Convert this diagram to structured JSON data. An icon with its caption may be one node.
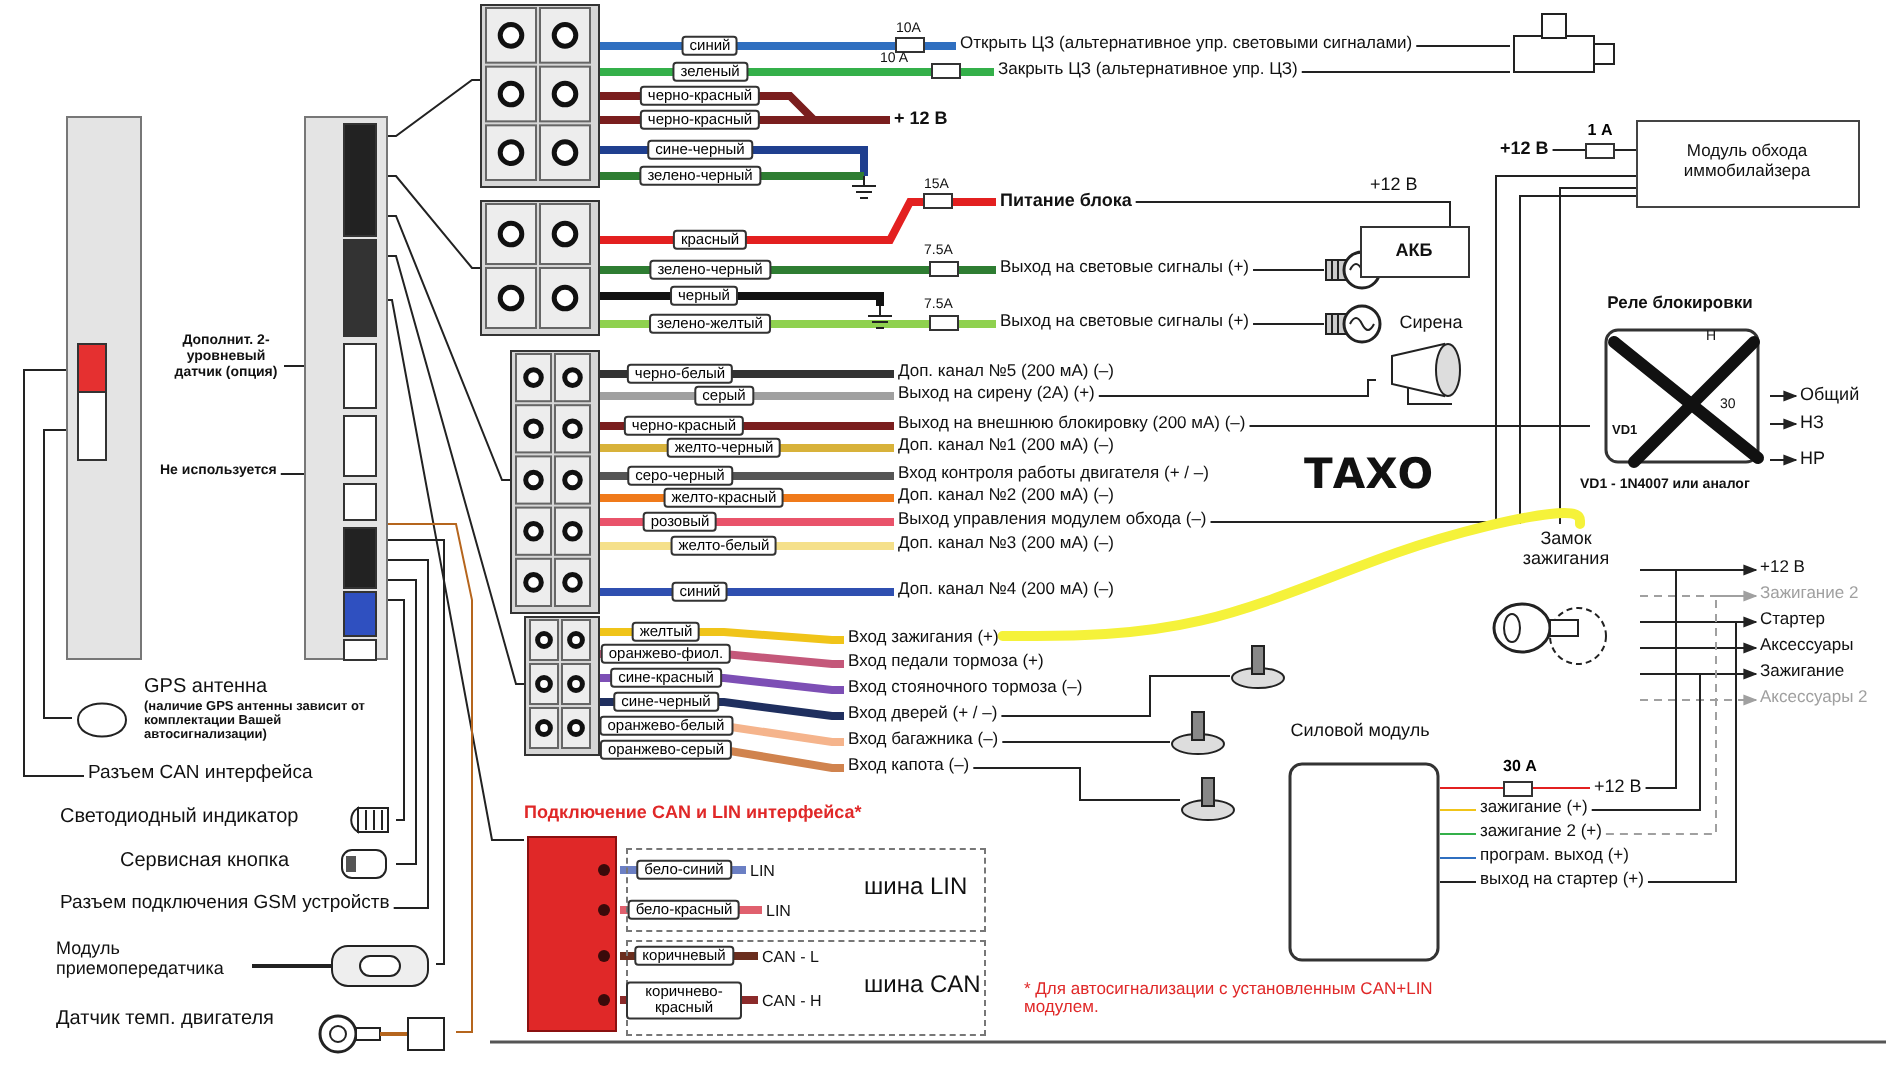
{
  "diagram": {
    "nodes": [
      {
        "text": [],
        "shape": "box"
      },
      {
        "text": [],
        "shape": "box"
      },
      {
        "text": [
          "Дополнит. 2-уровневый датчик (опция)"
        ]
      },
      {
        "text": [
          "Не используется"
        ]
      },
      {
        "text": [
          "GPS антенна",
          "(наличие GPS антенны зависит от комплектации Вашей автосигнализации)"
        ]
      },
      {
        "text": [
          "Разъем CAN интерфейса"
        ]
      },
      {
        "text": [
          "Светодиодный индикатор"
        ]
      },
      {
        "text": [
          "Сервисная кнопка"
        ]
      },
      {
        "text": [
          "Разъем подключения GSM устройств"
        ]
      },
      {
        "text": [
          "Модуль приемопередатчика"
        ]
      },
      {
        "text": [
          "Датчик темп. двигателя"
        ]
      },
      {
        "text": [],
        "shape": "box"
      },
      {
        "text": [],
        "shape": "box"
      },
      {
        "text": [],
        "shape": "box"
      },
      {
        "text": [],
        "shape": "box"
      },
      {
        "text": [
          "Открыть ЦЗ (альтернативное упр. световыми сигналами)"
        ]
      },
      {
        "text": [
          "Закрыть ЦЗ (альтернативное упр. ЦЗ)"
        ]
      },
      {
        "text": [
          "+ 12 В"
        ]
      },
      {
        "text": [],
        "shape": "picture"
      },
      {
        "text": [
          "Питание блока"
        ]
      },
      {
        "text": [
          "Выход на световые сигналы (+)"
        ]
      },
      {
        "text": [
          "Выход на световые сигналы (+)"
        ]
      },
      {
        "text": [],
        "shape": "picture"
      },
      {
        "text": [],
        "shape": "picture"
      },
      {
        "text": [
          "АКБ"
        ],
        "beside": [
          "+12 В"
        ]
      },
      {
        "text": [
          "Доп. канал №5 (200 мА) (–)"
        ]
      },
      {
        "text": [
          "Выход на сирену (2А) (+)"
        ]
      },
      {
        "text": [
          "Выход на внешнюю блокировку (200 мА) (–)"
        ]
      },
      {
        "text": [
          "Доп. канал №1 (200 мА) (–)"
        ]
      },
      {
        "text": [
          "Вход контроля работы двигателя (+ / –)"
        ]
      },
      {
        "text": [
          "Доп. канал №2 (200 мА) (–)"
        ]
      },
      {
        "text": [
          "Выход управления модулем обхода (–)"
        ]
      },
      {
        "text": [
          "Доп. канал №3 (200 мА) (–)"
        ]
      },
      {
        "text": [
          "Доп. канал №4 (200 мА) (–)"
        ]
      },
      {
        "text": [
          "Сирена"
        ]
      },
      {
        "text": [
          "Модуль обхода иммобилайзера"
        ]
      },
      {
        "text": [
          "+12 В"
        ]
      },
      {
        "text": [
          "Реле блокировки"
        ]
      },
      {
        "text": [
          "Общий"
        ]
      },
      {
        "text": [
          "НЗ"
        ]
      },
      {
        "text": [
          "НР"
        ]
      },
      {
        "text": [
          "Вход зажигания (+)"
        ]
      },
      {
        "text": [
          "Вход педали тормоза (+)"
        ]
      },
      {
        "text": [
          "Вход стояночного тормоза (–)"
        ]
      },
      {
        "text": [
          "Вход дверей (+ / –)"
        ]
      },
      {
        "text": [
          "Вход багажника (–)"
        ]
      },
      {
        "text": [
          "Вход капота (–)"
        ]
      },
      {
        "text": [],
        "shape": "picture"
      },
      {
        "text": [],
        "shape": "picture"
      },
      {
        "text": [],
        "shape": "picture"
      },
      {
        "text": [
          "Замок зажигания"
        ]
      },
      {
        "text": [
          "+12 В"
        ]
      },
      {
        "text": [
          "Зажигание 2"
        ]
      },
      {
        "text": [
          "Стартер"
        ]
      },
      {
        "text": [
          "Аксессуары"
        ]
      },
      {
        "text": [
          "Зажигание"
        ]
      },
      {
        "text": [
          "Аксессуары 2"
        ]
      },
      {
        "text": [
          "Силовой модуль"
        ]
      },
      {
        "text": [
          "+12 В"
        ]
      },
      {
        "text": [
          "зажигание (+)"
        ]
      },
      {
        "text": [
          "зажигание 2 (+)"
        ]
      },
      {
        "text": [
          "програм. выход (+)"
        ]
      },
      {
        "text": [
          "выход на стартер (+)"
        ]
      },
      {
        "text": [
          "Подключение CAN и LIN интерфейса*"
        ]
      },
      {
        "text": [
          "шина LIN"
        ]
      },
      {
        "text": [
          "шина CAN"
        ]
      },
      {
        "text": [
          "LIN"
        ],
        "in": 64
      },
      {
        "text": [
          "LIN"
        ],
        "in": 64
      },
      {
        "text": [
          "CAN - L"
        ],
        "in": 65
      },
      {
        "text": [
          "CAN - H"
        ],
        "in": 65
      }
    ],
    "edges": [
      {
        "from": 1,
        "to": 11,
        "arrow": "none"
      },
      {
        "from": 1,
        "to": 12,
        "arrow": "none"
      },
      {
        "from": 1,
        "to": 13,
        "arrow": "none"
      },
      {
        "from": 1,
        "to": 14,
        "arrow": "none"
      },
      {
        "from": 1,
        "to": 63,
        "arrow": "none"
      },
      {
        "from": 2,
        "to": 1,
        "arrow": "none"
      },
      {
        "from": 3,
        "to": 1,
        "arrow": "none"
      },
      {
        "from": 0,
        "to": 4,
        "arrow": "none"
      },
      {
        "from": 0,
        "to": 5,
        "arrow": "none"
      },
      {
        "from": 1,
        "to": 6,
        "arrow": "none"
      },
      {
        "from": 1,
        "to": 7,
        "arrow": "none"
      },
      {
        "from": 1,
        "to": 8,
        "arrow": "none"
      },
      {
        "from": 1,
        "to": 9,
        "arrow": "none"
      },
      {
        "from": 1,
        "to": 10,
        "arrow": "none",
        "color": "#b5651d"
      },
      {
        "from": 11,
        "to": 15,
        "arrow": "none",
        "label": "синий",
        "style": "thick",
        "color": "#2f6fc0"
      },
      {
        "from": 11,
        "to": 16,
        "arrow": "none",
        "label": "зеленый",
        "style": "thick",
        "color": "#34b04a"
      },
      {
        "from": 11,
        "to": 17,
        "arrow": "none",
        "label": "черно-красный",
        "style": "thick",
        "color": "#7a1e1e"
      },
      {
        "from": 11,
        "to": 17,
        "arrow": "none",
        "label": "черно-красный",
        "style": "thick",
        "color": "#7a1e1e"
      },
      {
        "from": 11,
        "to": null,
        "arrow": "none",
        "label": "сине-черный",
        "style": "thick",
        "color": "#1f3f8f"
      },
      {
        "from": 11,
        "to": null,
        "arrow": "none",
        "label": "зелено-черный",
        "style": "thick",
        "color": "#2e7d32"
      },
      {
        "from": 15,
        "to": 18,
        "arrow": "none"
      },
      {
        "from": 16,
        "to": 18,
        "arrow": "none"
      },
      {
        "from": 12,
        "to": 19,
        "arrow": "none",
        "label": "красный",
        "style": "thick",
        "color": "#e32020"
      },
      {
        "from": 12,
        "to": 20,
        "arrow": "none",
        "label": "зелено-черный",
        "style": "thick",
        "color": "#2e7d32"
      },
      {
        "from": 12,
        "to": null,
        "arrow": "none",
        "label": "черный",
        "style": "thick",
        "color": "#111111"
      },
      {
        "from": 12,
        "to": 21,
        "arrow": "none",
        "label": "зелено-желтый",
        "style": "thick",
        "color": "#8fd14f"
      },
      {
        "from": 19,
        "to": 24,
        "arrow": "none"
      },
      {
        "from": 20,
        "to": 22,
        "arrow": "none"
      },
      {
        "from": 21,
        "to": 23,
        "arrow": "none"
      },
      {
        "from": 13,
        "to": 25,
        "arrow": "none",
        "label": "черно-белый",
        "style": "thick",
        "color": "#333333"
      },
      {
        "from": 13,
        "to": 26,
        "arrow": "none",
        "label": "серый",
        "style": "thick",
        "color": "#a0a0a0"
      },
      {
        "from": 13,
        "to": 27,
        "arrow": "none",
        "label": "черно-красный",
        "style": "thick",
        "color": "#7a1e1e"
      },
      {
        "from": 13,
        "to": 28,
        "arrow": "none",
        "label": "желто-черный",
        "style": "thick",
        "color": "#d8b23a"
      },
      {
        "from": 13,
        "to": 29,
        "arrow": "none",
        "label": "серо-черный",
        "style": "thick",
        "color": "#555555"
      },
      {
        "from": 13,
        "to": 30,
        "arrow": "none",
        "label": "желто-красный",
        "style": "thick",
        "color": "#f07a1a"
      },
      {
        "from": 13,
        "to": 31,
        "arrow": "none",
        "label": "розовый",
        "style": "thick",
        "color": "#e9536a"
      },
      {
        "from": 13,
        "to": 32,
        "arrow": "none",
        "label": "желто-белый",
        "style": "thick",
        "color": "#f5e08a"
      },
      {
        "from": 13,
        "to": 33,
        "arrow": "none",
        "label": "синий",
        "style": "thick",
        "color": "#2f4fb0"
      },
      {
        "from": 26,
        "to": 34,
        "arrow": "none"
      },
      {
        "from": 27,
        "to": 37,
        "arrow": "none"
      },
      {
        "from": 31,
        "to": 35,
        "arrow": "none"
      },
      {
        "from": 35,
        "to": 36,
        "arrow": "none",
        "label": "1 А"
      },
      {
        "from": 35,
        "to": 50,
        "arrow": "none"
      },
      {
        "from": 35,
        "to": 50,
        "arrow": "none"
      },
      {
        "from": 37,
        "to": 38,
        "arrow": "to"
      },
      {
        "from": 37,
        "to": 39,
        "arrow": "to"
      },
      {
        "from": 37,
        "to": 40,
        "arrow": "to"
      },
      {
        "from": 14,
        "to": 41,
        "arrow": "none",
        "label": "желтый",
        "style": "thick",
        "color": "#f0c419"
      },
      {
        "from": 14,
        "to": 42,
        "arrow": "none",
        "label": "оранжево-фиол.",
        "style": "thick",
        "color": "#c4587a"
      },
      {
        "from": 14,
        "to": 43,
        "arrow": "none",
        "label": "сине-красный",
        "style": "thick",
        "color": "#7d4fb5"
      },
      {
        "from": 14,
        "to": 44,
        "arrow": "none",
        "label": "сине-черный",
        "style": "thick",
        "color": "#1f2f5f"
      },
      {
        "from": 14,
        "to": 45,
        "arrow": "none",
        "label": "оранжево-белый",
        "style": "thick",
        "color": "#f5b48c"
      },
      {
        "from": 14,
        "to": 46,
        "arrow": "none",
        "label": "оранжево-серый",
        "style": "thick",
        "color": "#d0834e"
      },
      {
        "from": 44,
        "to": 47,
        "arrow": "none"
      },
      {
        "from": 45,
        "to": 48,
        "arrow": "none"
      },
      {
        "from": 46,
        "to": 49,
        "arrow": "none"
      },
      {
        "from": 41,
        "to": 50,
        "arrow": "none",
        "style": "thick",
        "color": "#f5f23a"
      },
      {
        "from": 50,
        "to": 51,
        "arrow": "to"
      },
      {
        "from": 50,
        "to": 52,
        "arrow": "to",
        "style": "dashed",
        "color": "#a0a0a0"
      },
      {
        "from": 50,
        "to": 53,
        "arrow": "to"
      },
      {
        "from": 50,
        "to": 54,
        "arrow": "to"
      },
      {
        "from": 50,
        "to": 55,
        "arrow": "to"
      },
      {
        "from": 50,
        "to": 56,
        "arrow": "to",
        "style": "dashed",
        "color": "#a0a0a0"
      },
      {
        "from": 57,
        "to": 58,
        "arrow": "none",
        "label": "30 А",
        "color": "#e32020"
      },
      {
        "from": 57,
        "to": 59,
        "arrow": "none",
        "color": "#f0c419"
      },
      {
        "from": 57,
        "to": 60,
        "arrow": "none",
        "color": "#34b04a"
      },
      {
        "from": 57,
        "to": 61,
        "arrow": "none",
        "color": "#2f6fc0"
      },
      {
        "from": 57,
        "to": 62,
        "arrow": "none"
      },
      {
        "from": 58,
        "to": 51,
        "arrow": "none"
      },
      {
        "from": 59,
        "to": 55,
        "arrow": "none"
      },
      {
        "from": 60,
        "to": 52,
        "arrow": "none",
        "style": "dashed",
        "color": "#a0a0a0"
      },
      {
        "from": 62,
        "to": 53,
        "arrow": "none"
      },
      {
        "from": 63,
        "to": 66,
        "arrow": "none",
        "label": "бело-синий",
        "style": "thick",
        "color": "#6b7fc4"
      },
      {
        "from": 63,
        "to": 67,
        "arrow": "none",
        "label": "бело-красный",
        "style": "thick",
        "color": "#e0606e"
      },
      {
        "from": 63,
        "to": 68,
        "arrow": "none",
        "label": "коричневый",
        "style": "thick",
        "color": "#6b2e1e"
      },
      {
        "from": 63,
        "to": 69,
        "arrow": "none",
        "label": "коричнево-красный",
        "style": "thick",
        "color": "#8b2a2a"
      }
    ],
    "labels": [
      "10A",
      "10 A",
      "15A",
      "7.5A",
      "7.5A",
      "H",
      "30",
      "VD1",
      "VD1 - 1N4007 или аналог",
      "ТАХО",
      "* Для автосигнализации с установленным CAN+LIN модулем."
    ]
  }
}
